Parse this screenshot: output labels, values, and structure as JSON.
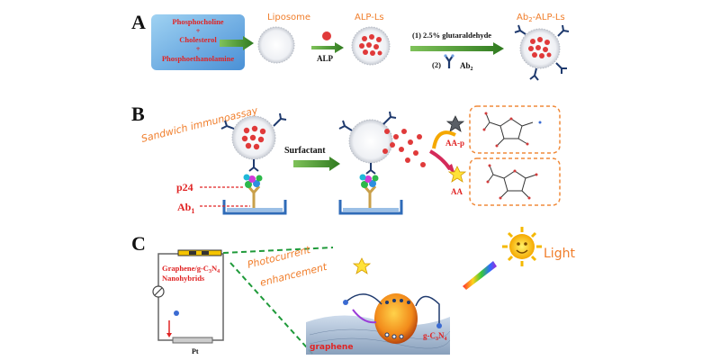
{
  "panels": {
    "A": {
      "letter": "A",
      "box_lines": [
        "Phosphocholine",
        "+",
        "Cholesterol",
        "+",
        "Phosphoethanolamine"
      ],
      "liposome": "Liposome",
      "alp": "ALP",
      "alp_ls": "ALP-Ls",
      "step1": "(1) 2.5% glutaraldehyde",
      "step2": "(2)",
      "ab2": "Ab",
      "ab2_sub": "2",
      "product_prefix": "Ab",
      "product_sub": "2",
      "product_suffix": "-ALP-Ls"
    },
    "B": {
      "letter": "B",
      "sandwich": "Sandwich immunoassay",
      "surfactant": "Surfactant",
      "p24": "p24",
      "ab1": "Ab",
      "ab1_sub": "1",
      "aap": "AA-p",
      "aa": "AA"
    },
    "C": {
      "letter": "C",
      "hybrid_line1_prefix": "Graphene/g-C",
      "hybrid_line1_sub1": "3",
      "hybrid_line1_mid": "N",
      "hybrid_line1_sub2": "4",
      "hybrid_line2": "Nanohybrids",
      "pt": "Pt",
      "photocurrent_line1": "Photocurrent",
      "photocurrent_line2": "enhancement",
      "graphene": "graphene",
      "gcn_prefix": "g-C",
      "gcn_sub1": "3",
      "gcn_mid": "N",
      "gcn_sub2": "4",
      "light": "Light"
    }
  },
  "colors": {
    "orange_label": "#f07d2a",
    "red_label": "#e02424",
    "arrow_green": "#3d8b2a",
    "box_blue": "#6aaee0",
    "dashed_orange": "#f08a3a",
    "dashed_green": "#1f9a3a"
  }
}
